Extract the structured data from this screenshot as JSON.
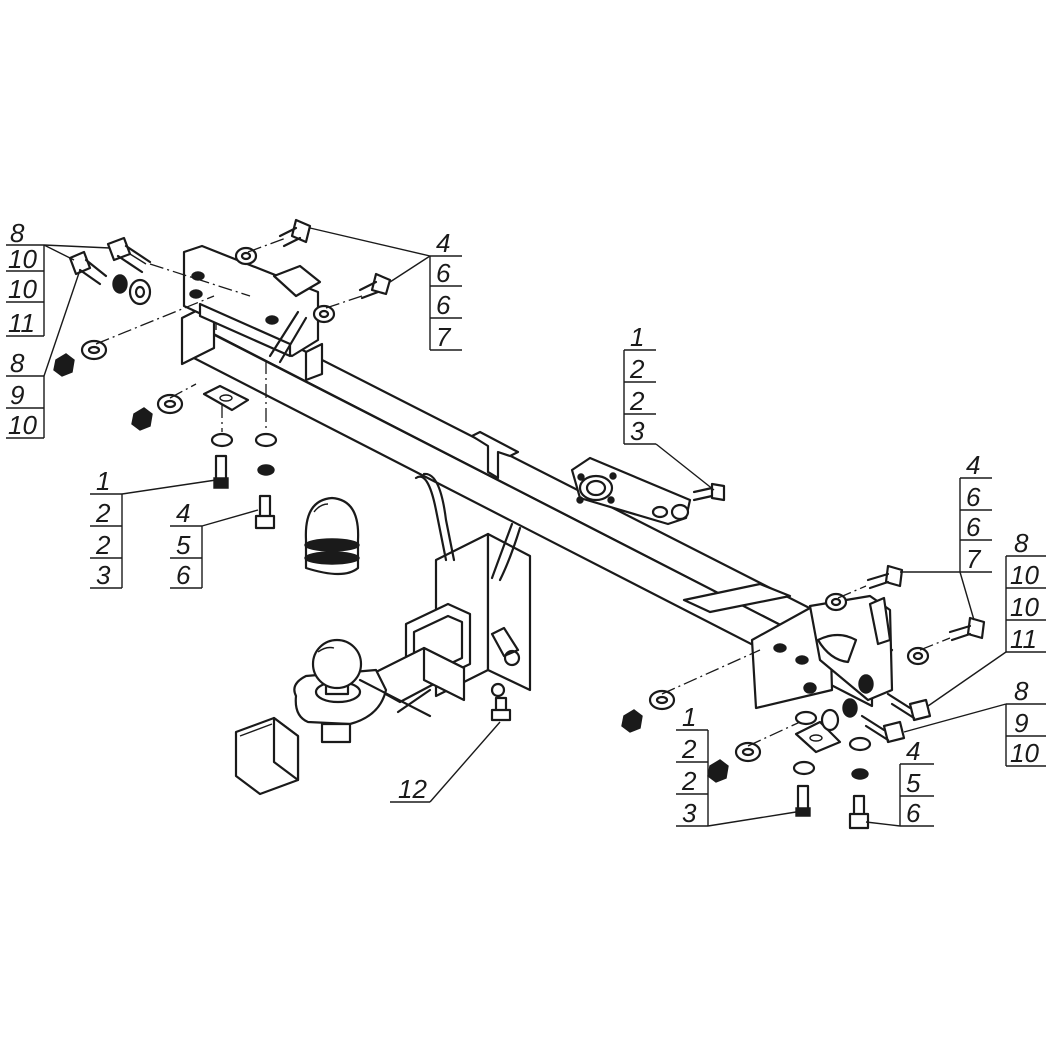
{
  "callouts": {
    "top_left_a": [
      "8",
      "10",
      "10",
      "11"
    ],
    "top_left_b": [
      "8",
      "9",
      "10"
    ],
    "top_center": [
      "4",
      "6",
      "6",
      "7"
    ],
    "mid_left_a": [
      "1",
      "2",
      "2",
      "3"
    ],
    "mid_left_b": [
      "4",
      "5",
      "6"
    ],
    "mid_right": [
      "1",
      "2",
      "2",
      "3"
    ],
    "right_a": [
      "4",
      "6",
      "6",
      "7"
    ],
    "right_b": [
      "8",
      "10",
      "10",
      "11"
    ],
    "right_c": [
      "8",
      "9",
      "10"
    ],
    "bottom_a": [
      "1",
      "2",
      "2",
      "3"
    ],
    "bottom_b": [
      "4",
      "5",
      "6"
    ],
    "bottom_pin": [
      "12"
    ]
  }
}
